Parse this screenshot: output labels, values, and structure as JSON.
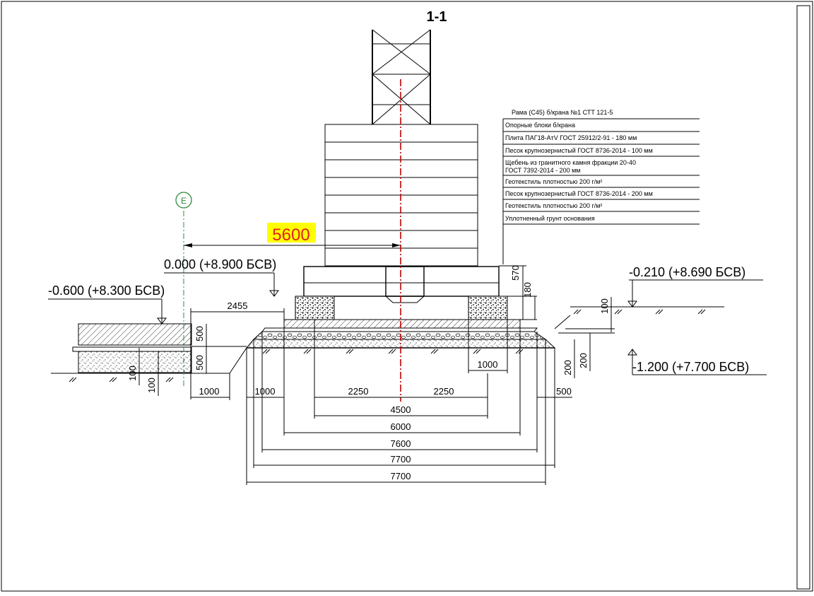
{
  "drawing": {
    "section_title": "1-1",
    "axis_label": "E",
    "highlight_dim": "5600",
    "levels": {
      "zero": "0.000 (+8.900 БСВ)",
      "left": "-0.600 (+8.300 БСВ)",
      "right_top": "-0.210 (+8.690 БСВ)",
      "right_bottom": "-1.200 (+7.700 БСВ)"
    },
    "legend": [
      "Рама (С45) б/крана №1 СТТ 121-5",
      "Опорные блоки б/крана",
      "Плита ПАГ18-AтV ГОСТ 25912/2-91 - 180 мм",
      "Песок крупнозернистый ГОСТ 8736-2014 - 100 мм",
      "Щебень из гранитного камня фракции 20-40",
      "ГОСТ 7392-2014 - 200 мм",
      "Геотекстиль плотностью 200 г/м²",
      "Песок крупнозернистый ГОСТ 8736-2014 - 200 мм",
      "Геотекстиль плотностью 200 г/м²",
      "Уплотненный грунт основания"
    ],
    "dims": {
      "d2455": "2455",
      "d570": "570",
      "d180": "180",
      "d100_right": "100",
      "d200_a": "200",
      "d200_b": "200",
      "d1000_block": "1000",
      "d500_a": "500",
      "d500_b": "500",
      "d100_left_a": "100",
      "d100_left_b": "100",
      "d1000_left": "1000",
      "d1000_mid": "1000",
      "d2250_l": "2250",
      "d2250_r": "2250",
      "d500_right": "500",
      "d4500": "4500",
      "d6000": "6000",
      "d7600": "7600",
      "d7700_a": "7700",
      "d7700_b": "7700"
    }
  }
}
